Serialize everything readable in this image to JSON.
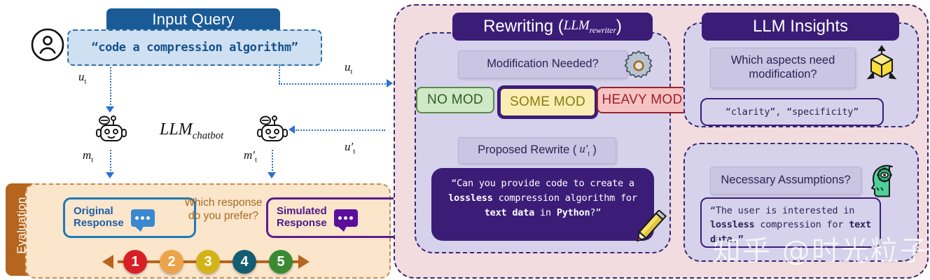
{
  "left": {
    "user_icon": "user-avatar-icon",
    "input_header": "Input Query",
    "input_query": "“code a compression algorithm”",
    "llm_chatbot_label": "LLM",
    "llm_chatbot_sub": "chatbot",
    "arrow_labels": {
      "u_t_down": "u",
      "u_t_down_sub": "t",
      "u_t_right": "u",
      "u_t_right_sub": "t",
      "u_t_prime_left": "u′",
      "u_t_prime_left_sub": "t",
      "m_t": "m",
      "m_t_sub": "t",
      "m_t_prime": "m′",
      "m_t_prime_sub": "t"
    }
  },
  "evaluation": {
    "tab_label": "Evaluation",
    "original_response": "Original\nResponse",
    "original_line1": "Original",
    "original_line2": "Response",
    "simulated_line1": "Simulated",
    "simulated_line2": "Response",
    "prefer_question": "Which response do you prefer?",
    "scale": [
      {
        "value": "1",
        "color": "#d81f26"
      },
      {
        "value": "2",
        "color": "#eda349"
      },
      {
        "value": "3",
        "color": "#d4b319"
      },
      {
        "value": "4",
        "color": "#135d72"
      },
      {
        "value": "5",
        "color": "#3a8a33"
      }
    ],
    "scale_color": "#b5651d"
  },
  "rewriting": {
    "header_text": "Rewriting (",
    "header_math": "LLM",
    "header_math_sub": "rewriter",
    "header_close": ")",
    "modification_question": "Modification Needed?",
    "gear_icon": "gear-icon",
    "mod_buttons": [
      {
        "label": "NO MOD",
        "selected": false
      },
      {
        "label": "SOME MOD",
        "selected": true
      },
      {
        "label": "HEAVY MOD",
        "selected": false
      }
    ],
    "proposed_rewrite_label": "Proposed Rewrite (",
    "proposed_rewrite_math": "u′",
    "proposed_rewrite_sub": "t",
    "proposed_rewrite_close": ")",
    "rewrite_line1_a": "“Can you provide code to create a",
    "rewrite_line2_b": "lossless",
    "rewrite_line2_rest": " compression algorithm for",
    "rewrite_line3_b1": "text data",
    "rewrite_line3_mid": " in ",
    "rewrite_line3_b2": "Python",
    "rewrite_line3_end": "?”",
    "pencil_icon": "pencil-icon"
  },
  "insights": {
    "header": "LLM Insights",
    "aspects_question": "Which aspects need modification?",
    "cube_icon": "cube-3d-icon",
    "aspects_value": "“clarity”,  “specificity”",
    "assumptions_question": "Necessary Assumptions?",
    "head_icon": "head-thinking-icon",
    "assumption_line1": "“The user is interested in",
    "assumption_line2_b": "lossless",
    "assumption_line2_mid": " compression for ",
    "assumption_line2_b2": "text",
    "assumption_line3": "data.”"
  },
  "watermark": "知乎 @时光粒子",
  "colors": {
    "input_header": "#1a5a96",
    "input_box": "#cfe0f2",
    "eval_tab": "#b5651d",
    "eval_body": "#fbe5cb",
    "right_outer": "#f2dce0",
    "panel": "#d6d2ec",
    "header_dark": "#3b1d78"
  }
}
